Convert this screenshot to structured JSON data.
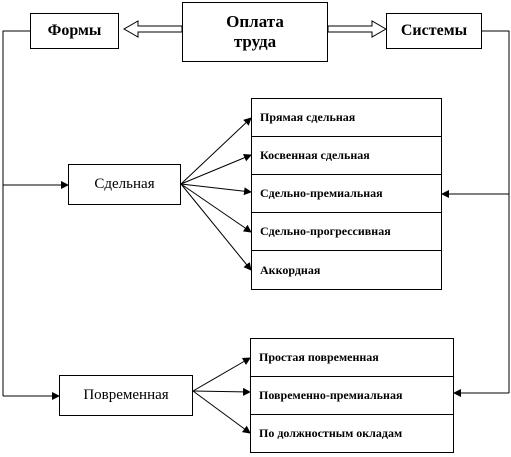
{
  "title": {
    "line1": "Оплата",
    "line2": "труда"
  },
  "forms_label": "Формы",
  "systems_label": "Системы",
  "piece_label": "Сдельная",
  "time_label": "Повременная",
  "piece_systems": [
    "Прямая сдельная",
    "Косвенная сдельная",
    "Сдельно-премиальная",
    "Сдельно-прогрессивная",
    "Аккордная"
  ],
  "time_systems": [
    "Простая повременная",
    "Повременно-премиальная",
    "По должностным окладам"
  ]
}
